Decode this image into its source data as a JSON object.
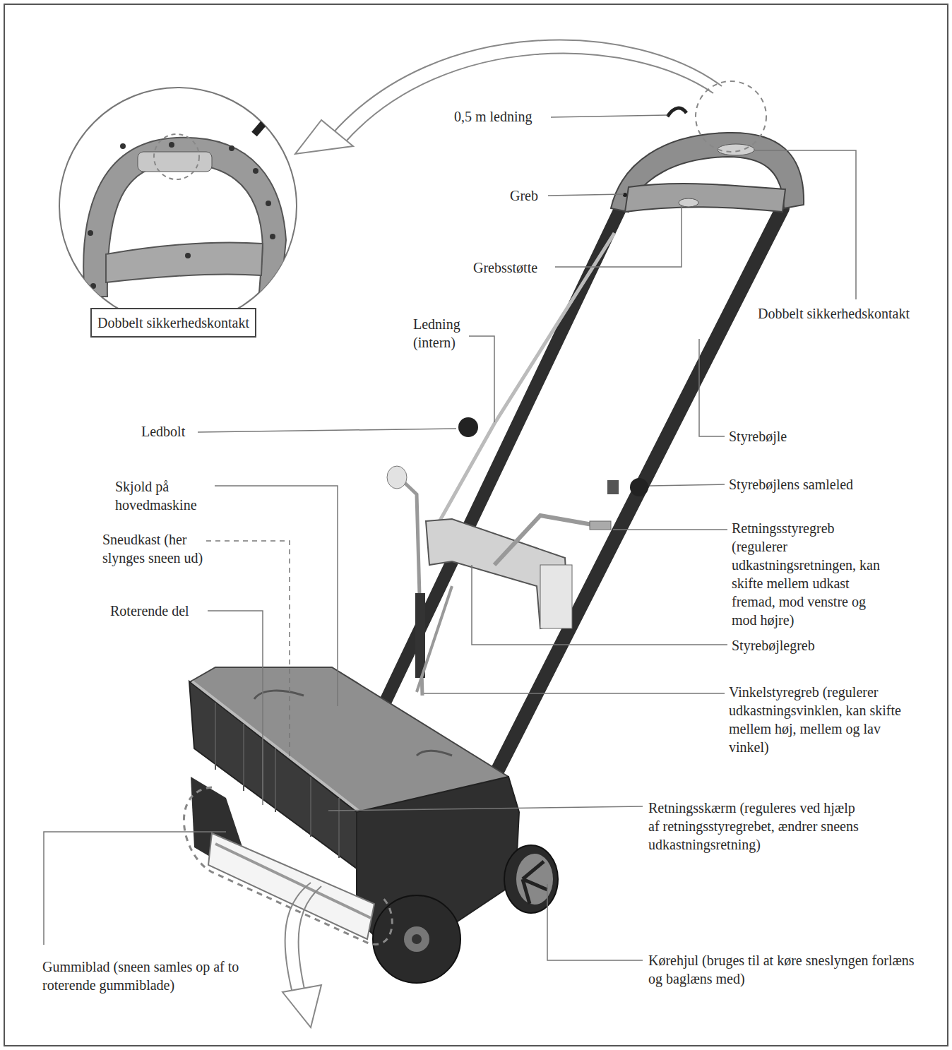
{
  "diagram": {
    "nodes": [
      {
        "text": [
          "Dobbelt sikkerhedskontakt"
        ]
      }
    ],
    "labels": [
      "0,5 m ledning",
      "Greb",
      "Grebsstøtte",
      "Dobbelt sikkerhedskontakt",
      "Ledning (intern)",
      "Ledbolt",
      "Styrebøjle",
      "Skjold på hovedmaskine",
      "Styrebøjlens samleled",
      "Sneudkast (her slynges sneen ud)",
      "Retningsstyregreb (regulerer udkastningsretningen, kan skifte mellem udkast fremad, mod venstre og mod højre)",
      "Roterende del",
      "Styrebøjlegreb",
      "Vinkelstyregreb (regulerer udkastningsvinklen, kan skifte mellem høj, mellem og lav vinkel)",
      "Retningsskærm (reguleres ved hjælp af retningsstyregrebet, ændrer sneens udkastningsretning)",
      "Gummiblad (sneen samles op af to roterende gummiblade)",
      "Kørehjul (bruges til at køre sneslyngen forlæns og baglæns med)"
    ]
  }
}
